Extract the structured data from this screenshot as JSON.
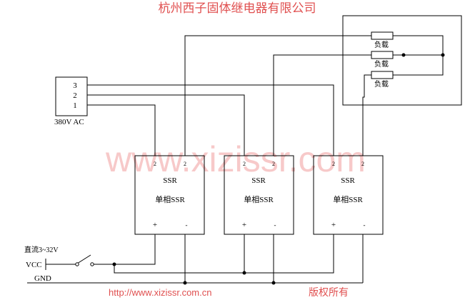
{
  "header": {
    "title": "杭州西子固体继电器有限公司",
    "color": "#e05050"
  },
  "watermark": {
    "text": "www.xizissr.com",
    "color": "#f7c9c9"
  },
  "footer": {
    "url": "http://www.xizissr.com.cn",
    "rights": "版权所有",
    "color": "#e05050"
  },
  "terminal_block": {
    "pins": [
      "3",
      "2",
      "1"
    ],
    "label": "380V AC"
  },
  "load_box": {
    "loads": [
      "负载",
      "负载",
      "负载"
    ]
  },
  "ssr_units": [
    {
      "pin_top_left": "2",
      "pin_top_right": "2",
      "line1": "SSR",
      "line2": "单相SSR",
      "plus": "+",
      "minus": "-"
    },
    {
      "pin_top_left": "2",
      "pin_top_right": "2",
      "line1": "SSR",
      "line2": "单相SSR",
      "plus": "+",
      "minus": "-"
    },
    {
      "pin_top_left": "2",
      "pin_top_right": "2",
      "line1": "SSR",
      "line2": "单相SSR",
      "plus": "+",
      "minus": "-"
    }
  ],
  "power": {
    "dc_label": "直流3~32V",
    "vcc": "VCC",
    "gnd": "GND"
  },
  "colors": {
    "line": "#000000",
    "background": "#ffffff"
  }
}
